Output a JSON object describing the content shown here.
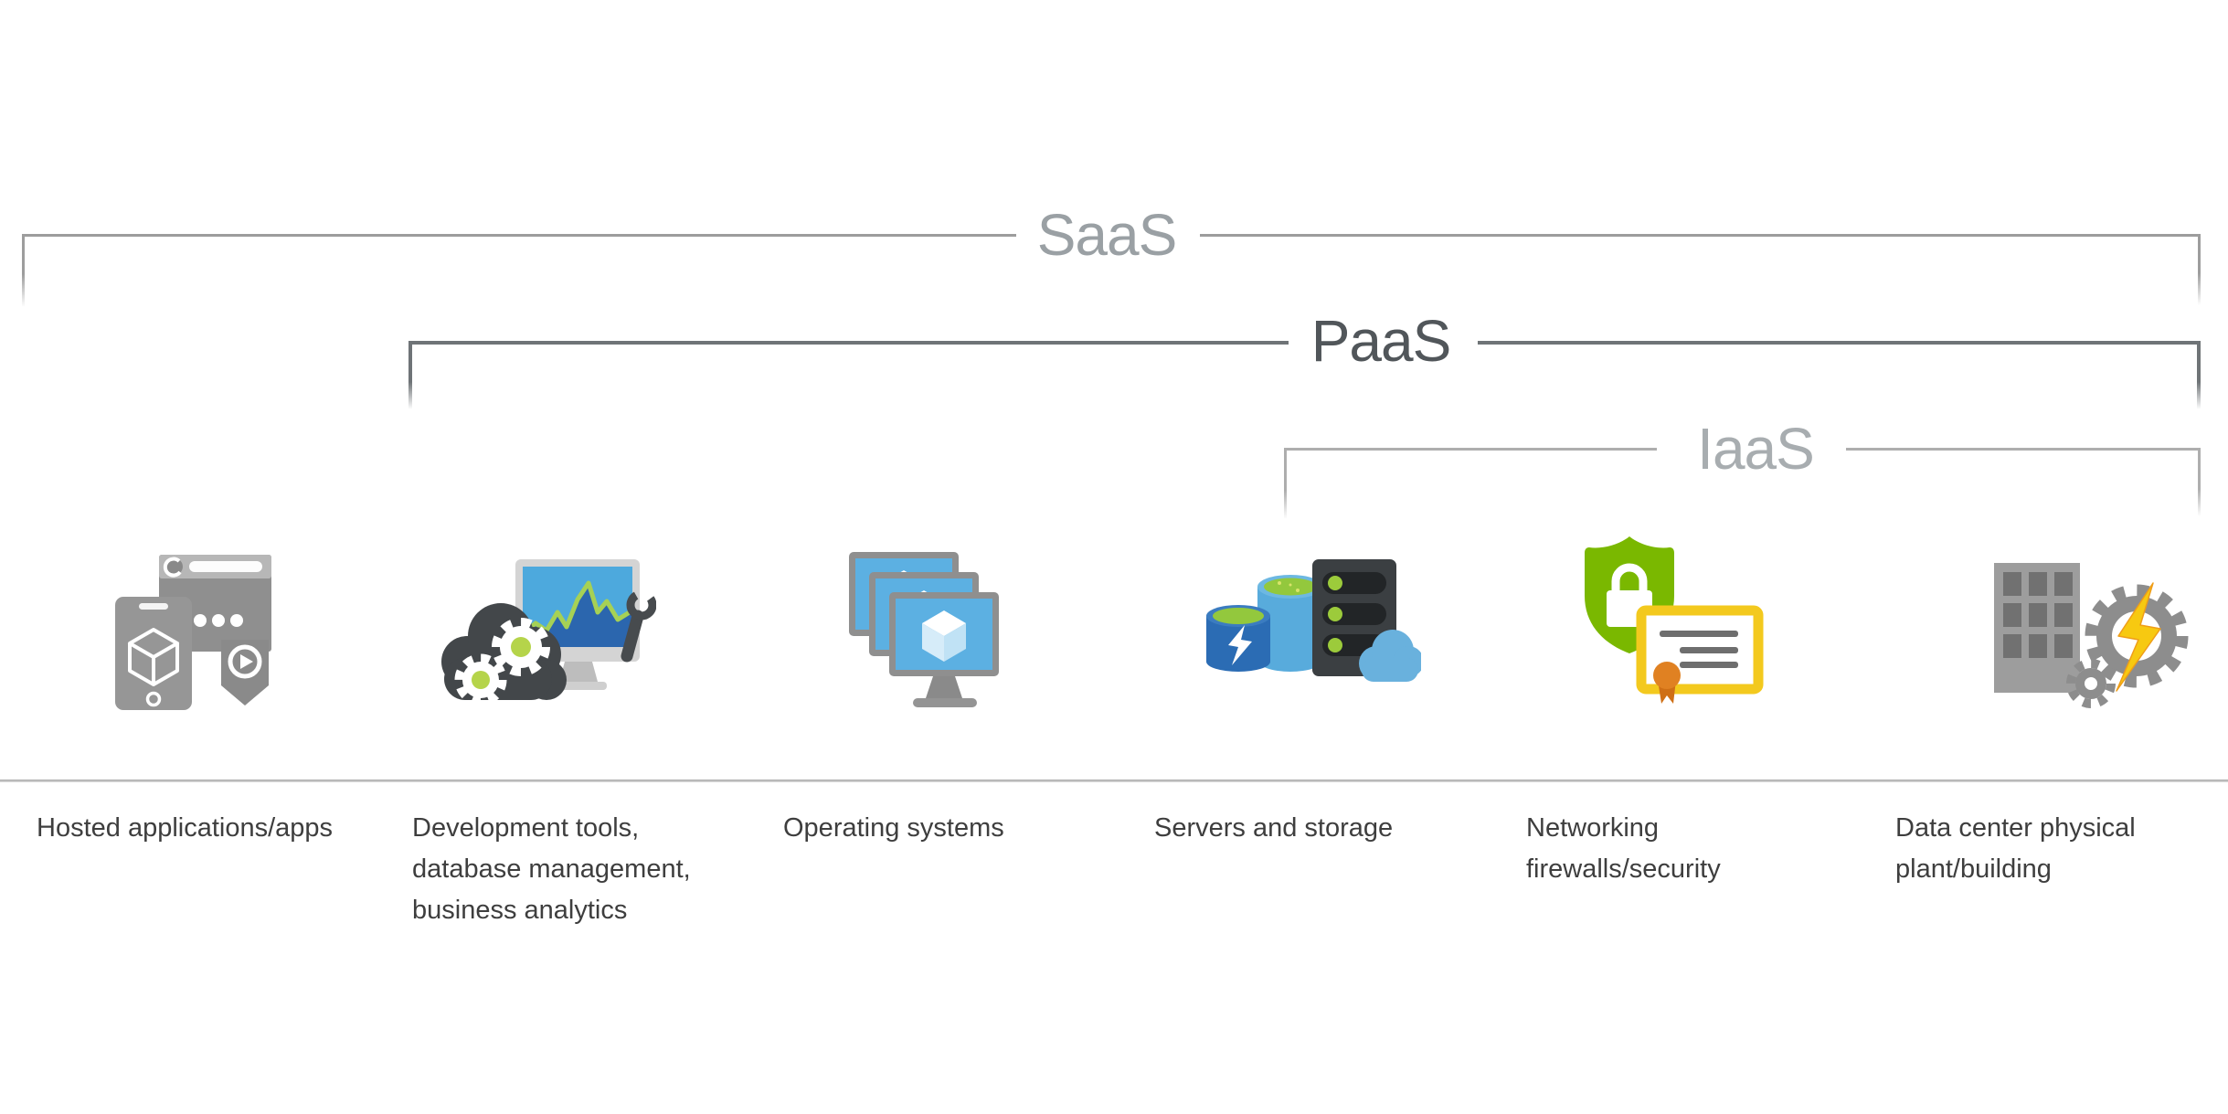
{
  "diagram": {
    "tiers": [
      {
        "id": "saas",
        "label": "SaaS"
      },
      {
        "id": "paas",
        "label": "PaaS"
      },
      {
        "id": "iaas",
        "label": "IaaS"
      }
    ],
    "columns": [
      {
        "icon": "hosted-apps-icon",
        "lines": [
          "Hosted applications/apps"
        ]
      },
      {
        "icon": "development-tools-icon",
        "lines": [
          "Development tools,",
          "database management,",
          "business analytics"
        ]
      },
      {
        "icon": "operating-systems-icon",
        "lines": [
          "Operating systems"
        ]
      },
      {
        "icon": "servers-storage-icon",
        "lines": [
          "Servers and storage"
        ]
      },
      {
        "icon": "networking-security-icon",
        "lines": [
          "Networking",
          "firewalls/security"
        ]
      },
      {
        "icon": "data-center-icon",
        "lines": [
          "Data center physical",
          "plant/building"
        ]
      }
    ]
  },
  "colors": {
    "line_light_gray": "#9d9d9d",
    "line_dark_gray": "#6f7477",
    "tier_saas_text": "#9aa0a4",
    "tier_paas_text": "#51565a",
    "tier_iaas_text": "#a8adb0",
    "label_text": "#3e3e3e",
    "icon_gray": "#8f8f8f",
    "icon_dark": "#43474a",
    "green": "#93c83d",
    "shield_green": "#7ab800",
    "blue_light": "#58abdc",
    "blue_dark": "#2b6cb4",
    "screen_blue": "#5cb0e2",
    "cloud_blue": "#69b1dd",
    "cert_yellow": "#f3c91e",
    "bolt_yellow": "#f7c911",
    "ribbon_orange": "#e08122"
  }
}
